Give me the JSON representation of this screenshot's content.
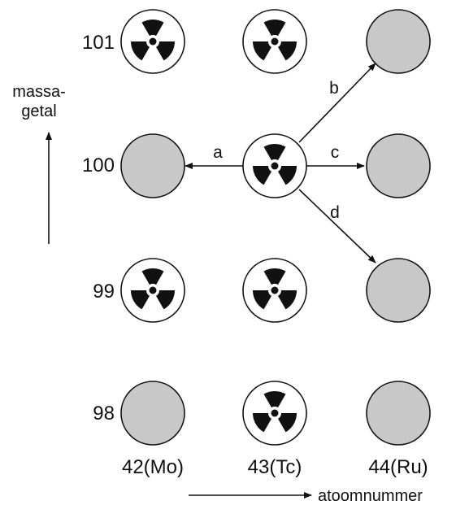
{
  "colors": {
    "ink": "#111111",
    "stable_fill": "#c8c8c8",
    "background": "#ffffff"
  },
  "axis": {
    "y_label_line1": "massa-",
    "y_label_line2": "getal",
    "x_label": "atoomnummer"
  },
  "mass_numbers": [
    "101",
    "100",
    "99",
    "98"
  ],
  "atomic_numbers": [
    "42(Mo)",
    "43(Tc)",
    "44(Ru)"
  ],
  "nuclides": [
    {
      "mass": "101",
      "atomic": "42(Mo)",
      "kind": "radioactive",
      "icon": "radiation-icon"
    },
    {
      "mass": "101",
      "atomic": "43(Tc)",
      "kind": "radioactive",
      "icon": "radiation-icon"
    },
    {
      "mass": "101",
      "atomic": "44(Ru)",
      "kind": "stable"
    },
    {
      "mass": "100",
      "atomic": "42(Mo)",
      "kind": "stable"
    },
    {
      "mass": "100",
      "atomic": "43(Tc)",
      "kind": "radioactive",
      "icon": "radiation-icon"
    },
    {
      "mass": "100",
      "atomic": "44(Ru)",
      "kind": "stable"
    },
    {
      "mass": "99",
      "atomic": "42(Mo)",
      "kind": "radioactive",
      "icon": "radiation-icon"
    },
    {
      "mass": "99",
      "atomic": "43(Tc)",
      "kind": "radioactive",
      "icon": "radiation-icon"
    },
    {
      "mass": "99",
      "atomic": "44(Ru)",
      "kind": "stable"
    },
    {
      "mass": "98",
      "atomic": "42(Mo)",
      "kind": "stable"
    },
    {
      "mass": "98",
      "atomic": "43(Tc)",
      "kind": "radioactive",
      "icon": "radiation-icon"
    },
    {
      "mass": "98",
      "atomic": "44(Ru)",
      "kind": "stable"
    }
  ],
  "decay_arrows": [
    {
      "label": "a",
      "from": "100-43(Tc)",
      "to": "100-42(Mo)"
    },
    {
      "label": "b",
      "from": "100-43(Tc)",
      "to": "101-44(Ru)"
    },
    {
      "label": "c",
      "from": "100-43(Tc)",
      "to": "100-44(Ru)"
    },
    {
      "label": "d",
      "from": "100-43(Tc)",
      "to": "99-44(Ru)"
    }
  ]
}
